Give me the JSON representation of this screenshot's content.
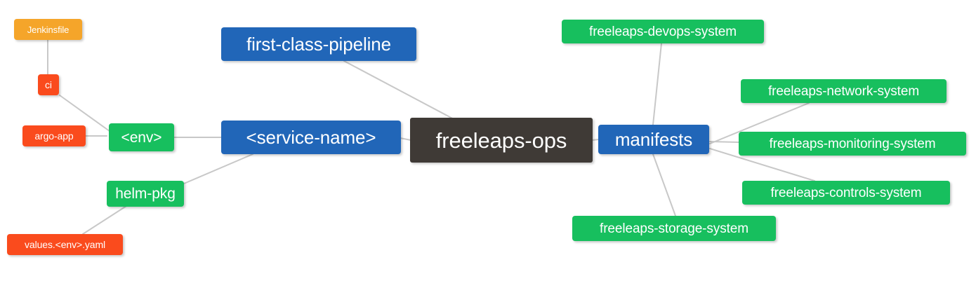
{
  "diagram": {
    "type": "mindmap",
    "title": "freeleaps-ops",
    "background": "#ffffff",
    "edge_color": "#c8c8c8",
    "palette": {
      "root_dark": "#3f3a36",
      "blue": "#2166b8",
      "green": "#17bf5e",
      "red": "#fa4b1d",
      "orange": "#f5a52a",
      "text": "#ffffff"
    }
  },
  "nodes": {
    "root": {
      "label": "freeleaps-ops",
      "color": "#3f3a36"
    },
    "service_name": {
      "label": "<service-name>",
      "color": "#2166b8"
    },
    "first_class_pipeline": {
      "label": "first-class-pipeline",
      "color": "#2166b8"
    },
    "manifests": {
      "label": "manifests",
      "color": "#2166b8"
    },
    "env": {
      "label": "<env>",
      "color": "#17bf5e"
    },
    "helm_pkg": {
      "label": "helm-pkg",
      "color": "#17bf5e"
    },
    "ci": {
      "label": "ci",
      "color": "#fa4b1d"
    },
    "argo_app": {
      "label": "argo-app",
      "color": "#fa4b1d"
    },
    "values_yaml": {
      "label": "values.<env>.yaml",
      "color": "#fa4b1d"
    },
    "jenkinsfile": {
      "label": "Jenkinsfile",
      "color": "#f5a52a"
    },
    "devops_system": {
      "label": "freeleaps-devops-system",
      "color": "#17bf5e"
    },
    "network_system": {
      "label": "freeleaps-network-system",
      "color": "#17bf5e"
    },
    "monitoring_system": {
      "label": "freeleaps-monitoring-system",
      "color": "#17bf5e"
    },
    "controls_system": {
      "label": "freeleaps-controls-system",
      "color": "#17bf5e"
    },
    "storage_system": {
      "label": "freeleaps-storage-system",
      "color": "#17bf5e"
    }
  },
  "edges": [
    {
      "from": "root",
      "to": "service_name"
    },
    {
      "from": "root",
      "to": "first_class_pipeline"
    },
    {
      "from": "root",
      "to": "manifests"
    },
    {
      "from": "service_name",
      "to": "env"
    },
    {
      "from": "service_name",
      "to": "helm_pkg"
    },
    {
      "from": "env",
      "to": "ci"
    },
    {
      "from": "env",
      "to": "argo_app"
    },
    {
      "from": "ci",
      "to": "jenkinsfile"
    },
    {
      "from": "helm_pkg",
      "to": "values_yaml"
    },
    {
      "from": "manifests",
      "to": "devops_system"
    },
    {
      "from": "manifests",
      "to": "network_system"
    },
    {
      "from": "manifests",
      "to": "monitoring_system"
    },
    {
      "from": "manifests",
      "to": "controls_system"
    },
    {
      "from": "manifests",
      "to": "storage_system"
    }
  ]
}
